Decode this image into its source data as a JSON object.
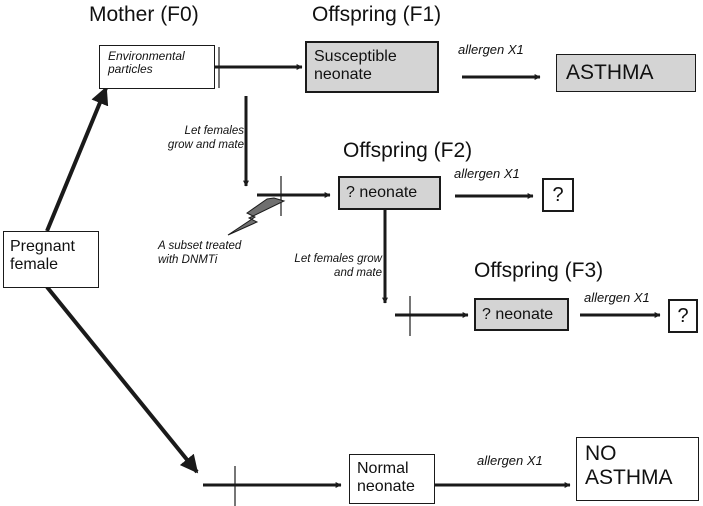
{
  "headings": {
    "mother": "Mother (F0)",
    "f1": "Offspring (F1)",
    "f2": "Offspring (F2)",
    "f3": "Offspring (F3)"
  },
  "nodes": {
    "pregnant_female": "Pregnant female",
    "environmental_particles": "Environmental particles",
    "susceptible_neonate": "Susceptible neonate",
    "asthma": "ASTHMA",
    "f2_neonate": "? neonate",
    "f2_outcome": "?",
    "f3_neonate": "? neonate",
    "f3_outcome": "?",
    "normal_neonate": "Normal neonate",
    "no_asthma": "NO ASTHMA"
  },
  "annotations": {
    "mate_f1": "Let females grow and mate",
    "mate_f2": "Let females grow and mate",
    "dnmti": "A subset treated with DNMTi"
  },
  "edge_labels": {
    "f1_allergen": "allergen X1",
    "f2_allergen": "allergen X1",
    "f3_allergen": "allergen X1",
    "normal_allergen": "allergen X1"
  },
  "colors": {
    "box_gray": "#d4d4d4",
    "line": "#1a1a1a",
    "bolt": "#6f6f6f"
  },
  "icons": {
    "treatment": "lightning-bolt-icon"
  }
}
